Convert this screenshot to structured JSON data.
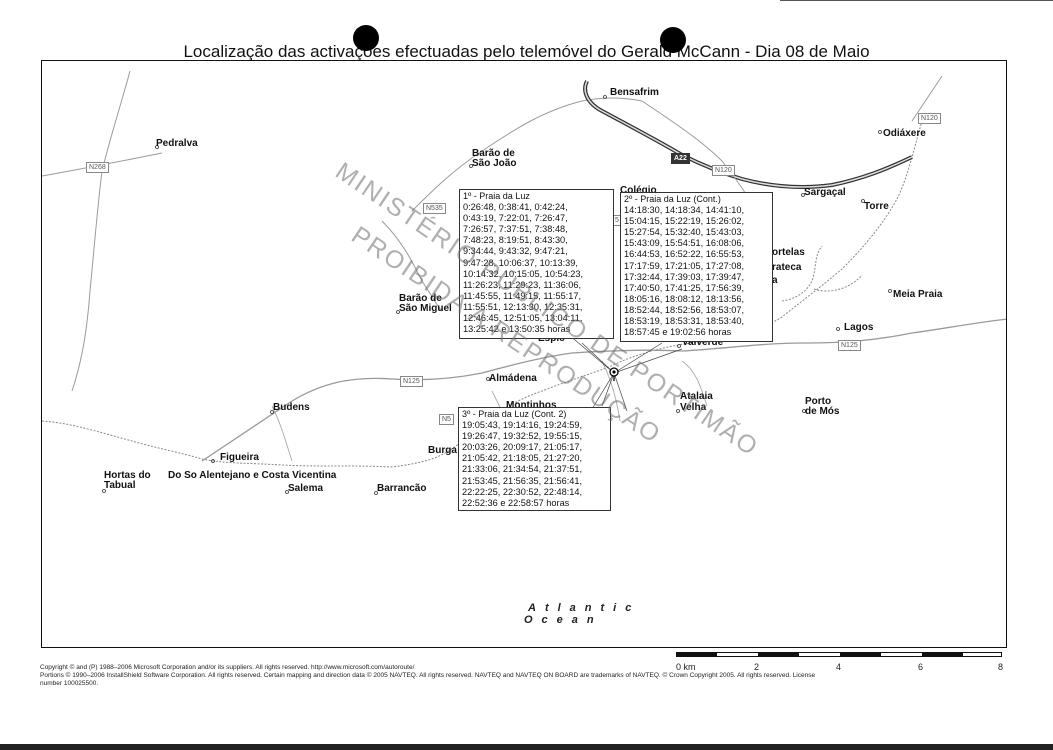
{
  "title": "Localização das activações efectuadas pelo telemóvel do Gerald McCann - Dia 08 de Maio",
  "watermark": {
    "line1": "MINISTÉRIO PÚBLICO DE PORTIMÃO",
    "line2": "PROIBIDA A REPRODUÇÃO"
  },
  "places": {
    "pedralva": "Pedralva",
    "bensafrim": "Bensafrim",
    "odiaxere": "Odiáxere",
    "barao_sao_joao_1": "Barão de",
    "barao_sao_joao_2": "São João",
    "colegio": "Colégio",
    "sargacal": "Sargaçal",
    "torre": "Torre",
    "portelas": "ortelas",
    "prateca": "rateca",
    "prateca_a": "a",
    "meia_praia": "Meia Praia",
    "barao_sao_miguel_1": "Barão de",
    "barao_sao_miguel_2": "São Miguel",
    "lagos": "Lagos",
    "espiche": "Espic",
    "valverde": "Valverde",
    "almadena": "Almádena",
    "budens": "Budens",
    "montinhos": "Montinhos",
    "atalaia_1": "Atalaia",
    "atalaia_2": "Velha",
    "porto_mos_1": "Porto",
    "porto_mos_2": "de Mós",
    "burgau": "Burga",
    "figueira": "Figueira",
    "hortas_1": "Hortas do",
    "hortas_2": "Tabual",
    "parque": "Do So Alentejano e Costa Vicentina",
    "salema": "Salema",
    "barrancao": "Barrancão"
  },
  "roads": {
    "n268": "N268",
    "n535": "N535",
    "a22": "A22",
    "n120_top": "N120",
    "n120_mid": "N120",
    "n125_left": "N125",
    "n125_right": "N125",
    "n5_left": "N5",
    "n5_cut": "5"
  },
  "callouts": [
    {
      "title": "1º - Praia da Luz",
      "lines": [
        "0:26:48, 0:38:41, 0:42:24,",
        "0:43:19, 7:22:01, 7:26:47,",
        "7:26:57, 7:37:51, 7:38:48,",
        "7:48:23, 8:19:51, 8:43:30,",
        "9:34:44, 9:43:32, 9:47:21,",
        "9:47:28, 10:06:37, 10:13:39,",
        "10:14:32, 10:15:05, 10:54:23,",
        "11:26:23, 11:29:23, 11:36:06,",
        "11:45:55, 11:49:15, 11:55:17,",
        "11:55:51, 12:13:30, 12:35:31,",
        "12:46:45, 12:51:05, 13:04:11,",
        "13:25:42 e 13:50:35 horas"
      ]
    },
    {
      "title": "2º - Praia da Luz (Cont.)",
      "lines": [
        "14:18:30, 14:18:34, 14:41:10,",
        "15:04:15, 15:22:19, 15:26:02,",
        "15:27:54, 15:32:40, 15:43:03,",
        "15:43:09, 15:54:51, 16:08:06,",
        "16:44:53, 16:52:22, 16:55:53,",
        "17:17:59, 17:21:05, 17:27:08,",
        "17:32:44, 17:39:03, 17:39:47,",
        "17:40:50, 17:41:25, 17:56:39,",
        "18:05:16, 18:08:12, 18:13:56,",
        "18:52:44, 18:52:56, 18:53:07,",
        "18:53:19, 18:53:31, 18:53:40,",
        "18:57:45 e  19:02:56 horas"
      ]
    },
    {
      "title": "3º - Praia da Luz (Cont. 2)",
      "lines": [
        "19:05:43, 19:14:16, 19:24:59,",
        "19:26:47, 19:32:52, 19:55:15,",
        "20:03:26, 20:09:17, 21:05:17,",
        "21:05:42, 21:18:05, 21:27:20,",
        "21:33:06, 21:34:54, 21:37:51,",
        "21:53:45, 21:56:35, 21:56:41,",
        "22:22:25, 22:30:52, 22:48:14,",
        "22:52:36 e 22:58:57 horas"
      ]
    }
  ],
  "ocean": {
    "line1": "Atlantic",
    "line2": "Ocean"
  },
  "scale": {
    "labels": [
      "0 km",
      "2",
      "4",
      "6",
      "8"
    ]
  },
  "copyright": {
    "line1": "Copyright © and (P) 1988–2006 Microsoft Corporation and/or its suppliers. All rights reserved. http://www.microsoft.com/autoroute/",
    "line2": "Portions © 1990–2006 InstallShield Software Corporation. All rights reserved. Certain mapping and direction data © 2005 NAVTEQ. All rights reserved. NAVTEQ and NAVTEQ ON BOARD are trademarks of NAVTEQ. © Crown Copyright 2005. All rights reserved. License",
    "line3": "number 100025500."
  },
  "colors": {
    "road": "#9a9a9a",
    "coast": "#7a7a7a",
    "motorway": "#333333",
    "motorway_fill": "#bdbdbd"
  },
  "icons": {
    "pin": "map-pin-icon"
  }
}
